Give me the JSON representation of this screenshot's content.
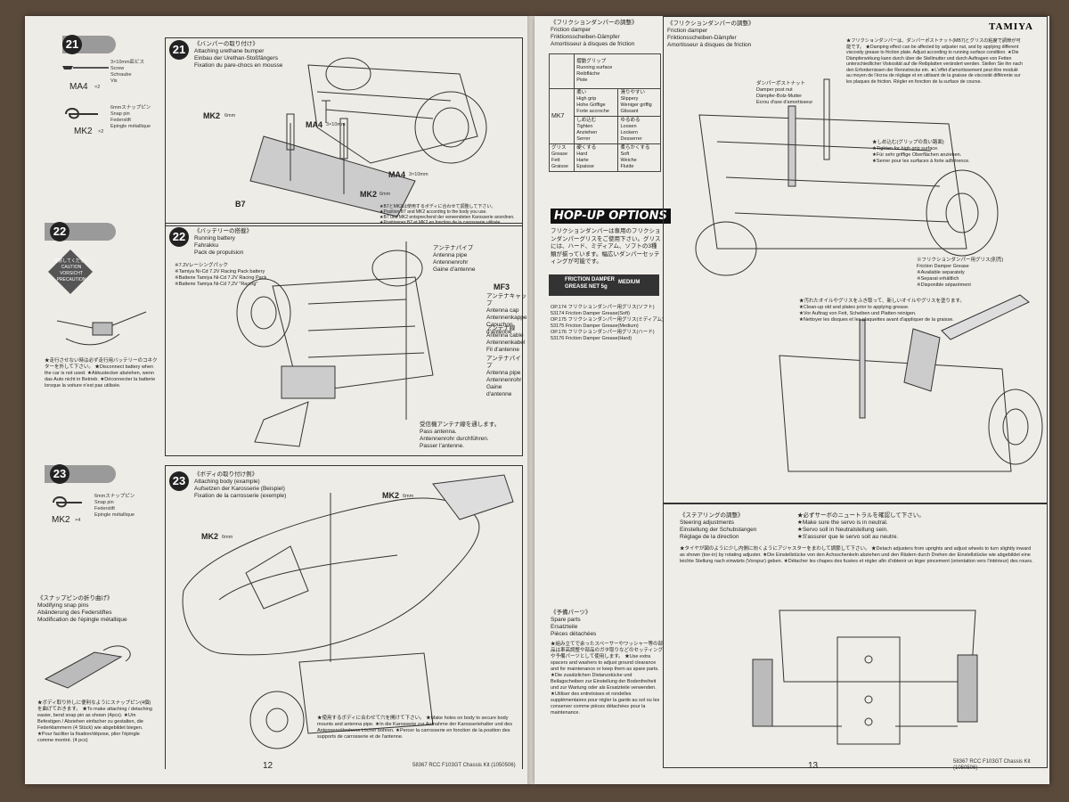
{
  "brand": "TAMIYA",
  "left_page": {
    "page_number": "12",
    "step21": {
      "num": "21",
      "parts": [
        {
          "name": "MA4",
          "qty": "×2",
          "desc": "3×10mm皿ビス\nScrew\nSchraube\nVis"
        },
        {
          "name": "MK2",
          "qty": "×2",
          "desc": "6mmスナップピン\nSnap pin\nFederstift\nEpingle métallique"
        }
      ],
      "title": "《バンパーの取り付け》\nAttaching urethane bumper\nEinbau der Urethan-Stoßfängers\nFixation du pare-chocs en mousse",
      "labels": {
        "mk2_top": "MK2",
        "mk2_top_size": "6mm",
        "ma4_mid": "MA4",
        "ma4_mid_size": "3×10mm",
        "ma4_bottom": "MA4",
        "ma4_bottom_size": "3×10mm",
        "mk2_bottom": "MK2",
        "mk2_bottom_size": "6mm",
        "b7": "B7"
      },
      "note": "★B7とMK2は使用するボディに合わせて調整して下さい。\n★Position B7 and MK2 according to the body you use.\n★B7 und MK2 entsprechend der verwendeten Karosserie anordnen.\n★Positionner B7 et MK2 en fonction de la carrosserie utilisée."
    },
    "step22": {
      "num": "22",
      "caution": "注意してください\nCAUTION\nVORSICHT\nPRECAUTION",
      "caution_note": "★走行させない時は必ず走行用バッテリーのコネクターを外して下さい。\n★Disconnect battery when the car is not used.\n★Akkustecker abziehen, wenn das Auto nicht in Betrieb.\n★Déconnecter la batterie lorsque la voiture n'est pas utilisée.",
      "title": "《バッテリーの搭載》\nRunning battery\nFahrakku\nPack de propulsion",
      "battery": "※7.2Vレーシングパック\n※Tamiya Ni-Cd 7.2V Racing Pack battery\n※Batterie Tamiya Ni-Cd 7.2V Racing Pack\n※Batterie Tamiya Ni-Cd 7,2V \"Racing\"",
      "antenna_pipe": "アンテナパイプ\nAntenna pipe\nAntennenrohr\nGaine d'antenne",
      "mf3": "MF3",
      "antenna_cap": "アンテナキャップ\nAntenna cap\nAntennenkappe\nCapuchon d'antenne",
      "antenna_wire": "アンテナ線\nAntenna cable\nAntennenkabel\nFil d'antenne",
      "antenna_pipe2": "アンテナパイプ\nAntenna pipe\nAntennenrohr\nGaine d'antenne",
      "receiver_note": "受信機アンテナ線を通します。\nPass antenna.\nAntennenrohr durchführen.\nPasser l'antenne."
    },
    "step23": {
      "num": "23",
      "parts": [
        {
          "name": "MK2",
          "qty": "×4",
          "desc": "6mmスナップピン\nSnap pin\nFederstift\nEpingle métallique"
        }
      ],
      "title": "《ボディの取り付け例》\nAttaching body (example)\nAufsetzen der Karosserie (Beispiel)\nFixation de la carrosserie (exemple)",
      "mk2_a": "MK2",
      "mk2_a_size": "6mm",
      "mk2_b": "MK2",
      "mk2_b_size": "6mm",
      "snap_title": "《スナップピンの折り曲げ》\nModifying snap pins\nAbänderung des Federstiftes\nModification de l'épingle métallique",
      "snap_note": "★ボディ取り外しに便利なようにスナップピン(4個)を曲げておきます。\n★To make attaching / detaching easier, bend snap pin as shown (4pcs).\n★Um Befestigen / Abziehen einfacher zu gestalten, die Federklammern (4 Stück) wie abgebildet biegen.\n★Pour faciliter la fixation/dépose, plier l'épingle comme montré. (4 pcs)",
      "body_note": "★使用するボディに合わせて穴を開けて下さい。\n★Make holes on body to secure body mounts and antenna pipe.\n★In die Karosserie zur Aufnahme der Karosseriehalter und des Antennenröhrchens Löcher bohren.\n★Percer la carrosserie en fonction de la position des supports de carrosserie et de l'antenne."
    }
  },
  "right_page": {
    "page_number": "13",
    "footer": "58367 RCC F103GT Chassis Kit (1050506)",
    "friction_table": {
      "title": "《フリクションダンパーの調整》\nFriction damper\nFriktionsscheiben-Dämpfer\nAmortisseur à disques de friction",
      "header": "摺動グリップ\nRunning surface\nReibfläche\nPiste",
      "rows": [
        {
          "label": "",
          "grade": "柔い\nHigh grip\nHohe Griffige\nForte accroche",
          "result": "滑りやすい\nSlippery\nWeniger griffig\nGlissant"
        },
        {
          "label": "MK7",
          "grade": "しめ込む\nTighten\nAnziehen\nSerrer",
          "result": "ゆるめる\nLoosen\nLockern\nDesserrer"
        },
        {
          "label": "グリス\nGrease\nFett\nGraisse",
          "grade": "硬くする\nHard\nHarte\nEpaisse",
          "result": "柔らかくする\nSoft\nWeiche\nFluide"
        }
      ]
    },
    "hopup": {
      "logo": "HOP-UP OPTIONS",
      "text": "フリクションダンパーは専用のフリクションダンパーグリスをご使用下さい。グリスには、ハード、ミディアム、ソフトの3種類が揃っています。幅広いダンパーセッティングが可能です。",
      "tube": "FRICTION DAMPER\nGREASE  NET 5g",
      "tube_grade": "MEDIUM",
      "items": "OP.174 フリクションダンパー用グリス(ソフト)\n53174 Friction Damper Grease(Soft)\nOP.175 フリクションダンパー用グリス(ミディアム)\n53175 Friction Damper Grease(Medium)\nOP.176 フリクションダンパー用グリス(ハード)\n53176 Friction Damper Grease(Hard)"
    },
    "damper": {
      "title": "《フリクションダンパーの調整》\nFriction damper\nFriktionsscheiben-Dämpfer\nAmortisseur à disques de friction",
      "desc": "★フリクションダンパーは、ダンパーポストナット(MB7)とグリスの粘度で調節が可能です。\n★Damping effect can be affected by adjuster nut, and by applying different viscosity grease to friction plate. Adjust according to running surface condition.\n★Die Dämpferwirkung kann durch über die Stellmutter und durch Auftragen von Fetten unterschiedlicher Viskosität auf die Reibplatten verändert werden. Stellen Sie ihn nach den Erfordernissen der Rennstrecke ein.\n★L'effet d'amortissement peut être modulé au moyen de l'écrou de réglage et en utilisant de la graisse de viscosité différente sur les plaques de friction. Régler en fonction de la surface de course.",
      "post_nut": "ダンパーポストナット\nDamper post nut\nDämpfer-Bolz-Mutter\nEcrou d'axe d'amortisseur",
      "tighten": "★しめ込む(グリップの良い路面)\n★Tighten for high grip surface.\n★Für sehr griffige Oberflächen anziehen.\n★Serrer pour les surfaces à forte adhérence.",
      "grease_label": "※フリクションダンパー用グリス(別売)\nFriction Damper Grease\n※Available separately\n※Separat erhältlich\n※Disponible séparément",
      "clean_note": "★汚れたオイルやグリスをふき取って、新しいオイルやグリスを塗ります。\n★Clean-up old and plates prior to applying grease.\n★Vor Auftrag von Fett, Scheiben und Platten reinigen.\n★Nettoyer les disques et les plaquettes avant d'appliquer de la graisse."
    },
    "spare": {
      "title": "《予備パーツ》\nSpare parts\nErsatzteile\nPièces détachées",
      "text": "★組み立てで余ったスペーサーやワッシャー等の部品は車高調整や部品のガタ取りなどのセッティングや予備パーツとして使用します。\n★Use extra spacers and washers to adjust ground clearance and for maintenance or keep them as spare parts.\n★Die zusätzlichen Distanzstücke und Beilagscheiben zur Einstellung der Bodenfreiheit und zur Wartung oder als Ersatzteile verwenden.\n★Utiliser des entretoises et rondelles supplémentaires pour régler la garde au sol ou les conserver comme pièces détachées pour la maintenance."
    },
    "steering": {
      "title": "《ステアリングの調整》\nSteering adjustments\nEinstellung der Schubstangen\nRéglage de la direction",
      "servo_note": "★必ずサーボのニュートラルを確認して下さい。\n★Make sure the servo is in neutral.\n★Servo soll in Neutralstellung sein.\n★S'assurer que le servo soit au neutre.",
      "toe_note": "★タイヤが図のように少し内側に向くようにアジャスターをまわして調節して下さい。\n★Detach adjusters from uprights and adjust wheels to turn slightly inward as shown (toe-in) by rotating adjuster.\n★Die Einstellstücke von den Achsschenkeln abziehen und den Rädern durch Drehen der Einstellstücke wie abgebildet eine leichte Stellung nach einwärts (Vorspur) geben.\n★Détacher les chapes des fusées et régler afin d'obtenir un léger pincement (orientation vers l'intérieur) des roues."
    }
  }
}
